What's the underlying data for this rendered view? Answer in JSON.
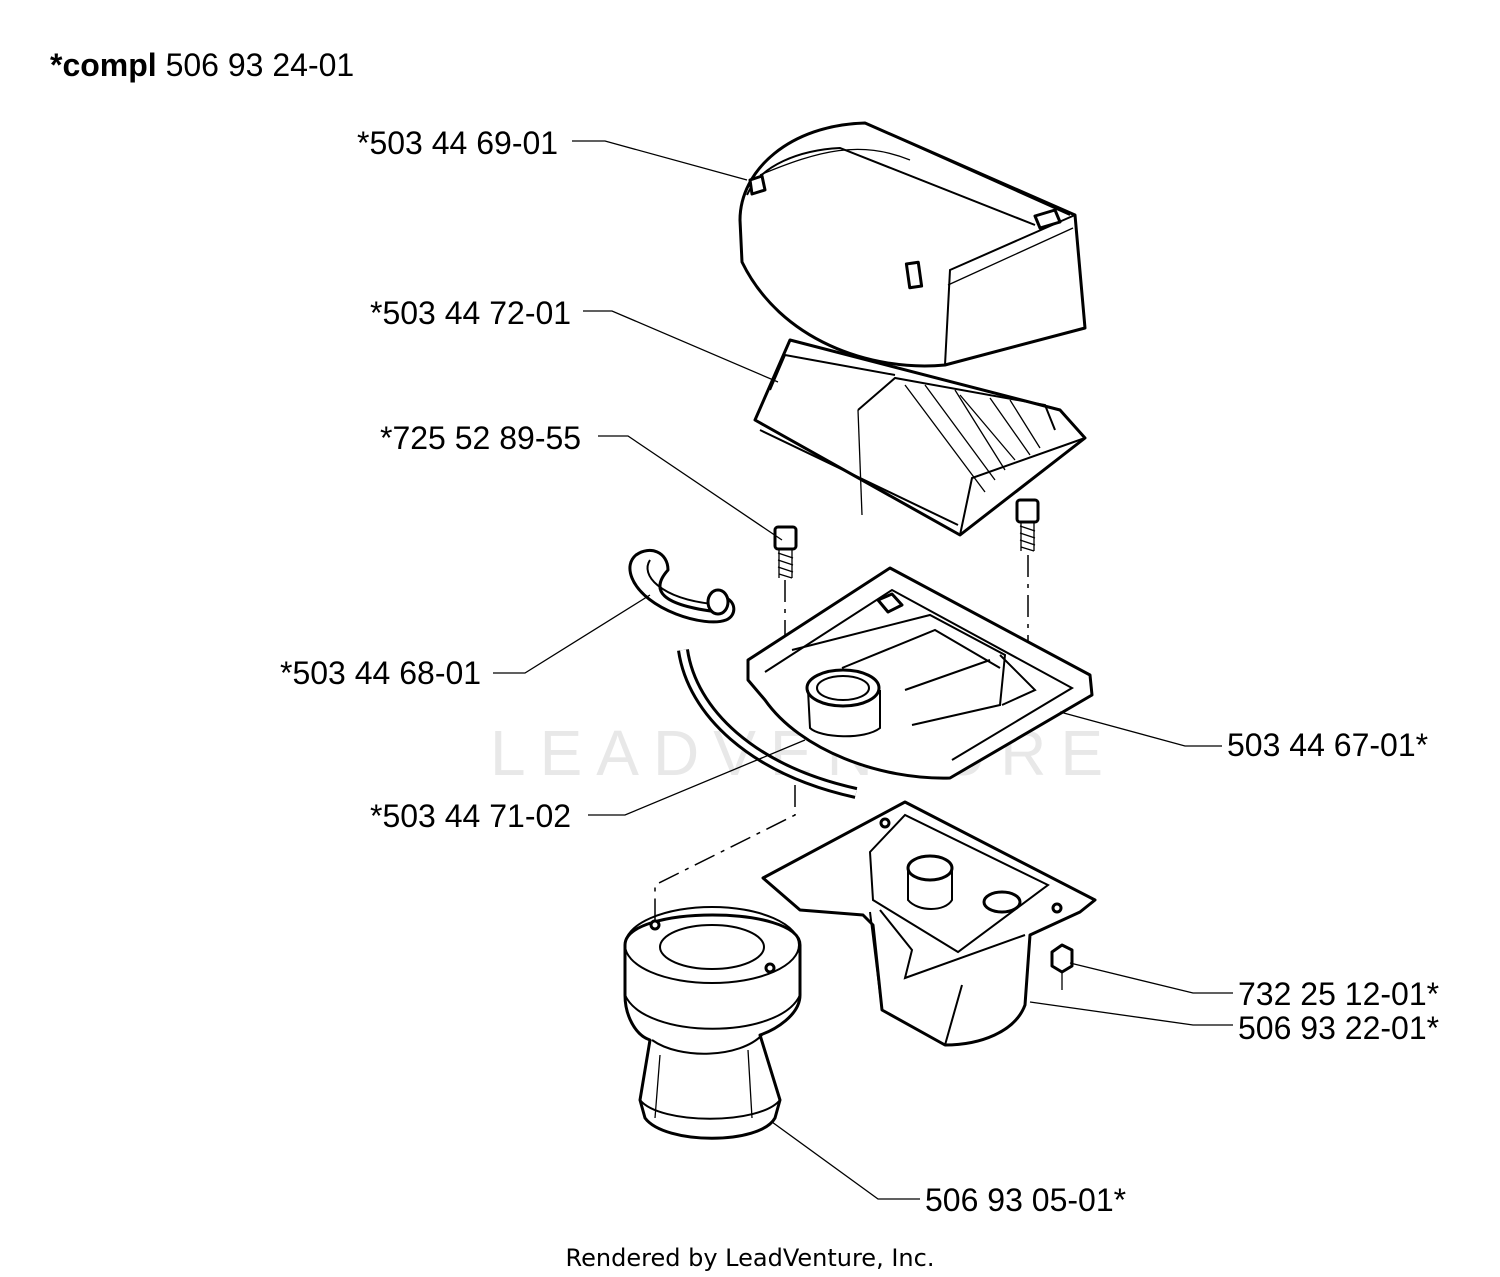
{
  "assembly": {
    "prefix": "*compl",
    "number": "506 93 24-01"
  },
  "parts": [
    {
      "id": "cover",
      "label": "*503 44 69-01"
    },
    {
      "id": "filter-top",
      "label": "*503 44 72-01"
    },
    {
      "id": "screw",
      "label": "*725 52 89-55"
    },
    {
      "id": "clip",
      "label": "*503 44 68-01"
    },
    {
      "id": "filter-holder",
      "label": "503 44 67-01*"
    },
    {
      "id": "seal-strip",
      "label": "*503 44 71-02"
    },
    {
      "id": "nut",
      "label": "732 25 12-01*"
    },
    {
      "id": "base-plate",
      "label": "506 93 22-01*"
    },
    {
      "id": "pre-filter",
      "label": "506 93 05-01*"
    }
  ],
  "watermark": "LEADVENTURE",
  "footer": "Rendered by LeadVenture, Inc."
}
